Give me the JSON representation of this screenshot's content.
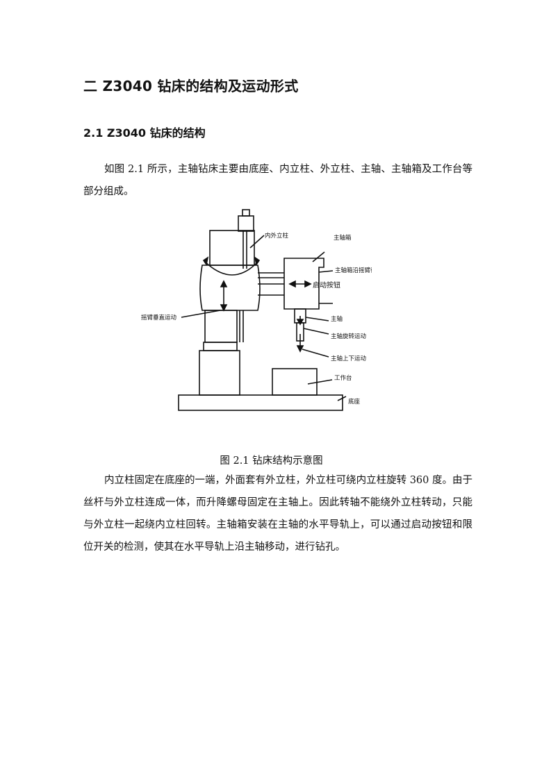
{
  "document": {
    "heading1": "二 Z3040 钻床的结构及运动形式",
    "heading2": "2.1 Z3040 钻床的结构",
    "paragraph1": "如图 2.1 所示，主轴钻床主要由底座、内立柱、外立柱、主轴、主轴箱及工作台等部分组成。",
    "figure_caption": "图 2.1  钻床结构示意图",
    "paragraph2": "内立柱固定在底座的一端，外面套有外立柱，外立柱可绕内立柱旋转 360 度。由于丝杆与外立柱连成一体，而升降螺母固定在主轴上。因此转轴不能绕外立柱转动，只能与外立柱一起绕内立柱回转。主轴箱安装在主轴的水平导轨上，可以通过启动按钮和限位开关的检测，使其在水平导轨上沿主轴移动，进行钻孔。"
  },
  "figure_labels": {
    "inner_outer_column": "内外立柱",
    "spindle_box": "主轴箱",
    "spindle_box_radial_motion": "主轴箱沿摇臂径向运动",
    "start_button": "启动按钮",
    "rocker_vertical_motion": "摇臂垂直运动",
    "spindle": "主轴",
    "spindle_rotation": "主轴旋转运动",
    "spindle_up_down": "主轴上下运动",
    "worktable": "工作台",
    "base": "底座"
  }
}
